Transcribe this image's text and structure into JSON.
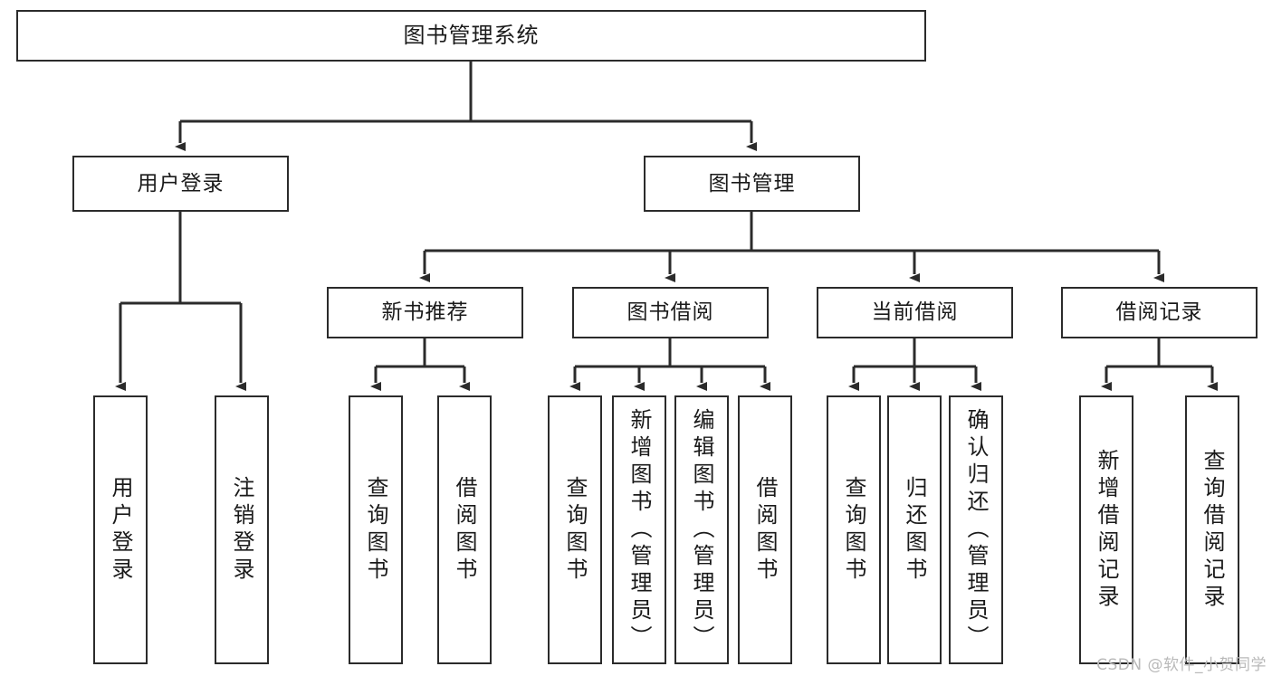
{
  "diagram": {
    "title": "图书管理系统",
    "type": "tree-hierarchy",
    "root": {
      "label": "图书管理系统"
    },
    "level1": [
      {
        "label": "用户登录"
      },
      {
        "label": "图书管理"
      }
    ],
    "level2": [
      {
        "label": "新书推荐",
        "parent": "图书管理"
      },
      {
        "label": "图书借阅",
        "parent": "图书管理"
      },
      {
        "label": "当前借阅",
        "parent": "图书管理"
      },
      {
        "label": "借阅记录",
        "parent": "图书管理"
      }
    ],
    "leaves": {
      "user_login": [
        {
          "label": "用户登录"
        },
        {
          "label": "注销登录"
        }
      ],
      "new_book": [
        {
          "label": "查询图书"
        },
        {
          "label": "借阅图书"
        }
      ],
      "borrow_book": [
        {
          "label": "查询图书"
        },
        {
          "label": "新增图书（管理员）"
        },
        {
          "label": "编辑图书（管理员）"
        },
        {
          "label": "借阅图书"
        }
      ],
      "current_borrow": [
        {
          "label": "查询图书"
        },
        {
          "label": "归还图书"
        },
        {
          "label": "确认归还（管理员）"
        }
      ],
      "borrow_record": [
        {
          "label": "新增借阅记录"
        },
        {
          "label": "查询借阅记录"
        }
      ]
    }
  },
  "watermark": {
    "text": "CSDN @软件_小贺同学"
  },
  "colors": {
    "stroke": "#2b2b2b",
    "fill": "#ffffff",
    "text": "#1a1a1a",
    "watermark": "#b9b9b9"
  }
}
